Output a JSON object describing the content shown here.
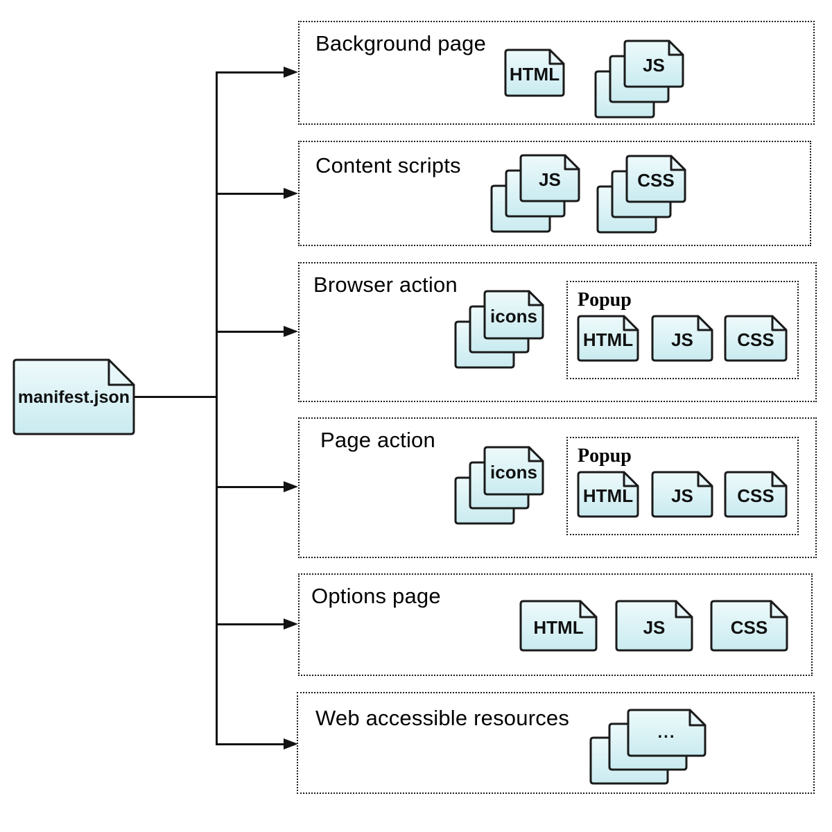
{
  "manifest": {
    "label": "manifest.json"
  },
  "sections": [
    {
      "title": "Background page",
      "files": [
        {
          "label": "HTML",
          "kind": "single-doc"
        },
        {
          "label": "JS",
          "kind": "doc-stack"
        }
      ]
    },
    {
      "title": "Content scripts",
      "files": [
        {
          "label": "JS",
          "kind": "doc-stack"
        },
        {
          "label": "CSS",
          "kind": "doc-stack"
        }
      ]
    },
    {
      "title": "Browser action",
      "files": [
        {
          "label": "icons",
          "kind": "doc-stack"
        }
      ],
      "popup": {
        "title": "Popup",
        "files": [
          {
            "label": "HTML",
            "kind": "single-doc"
          },
          {
            "label": "JS",
            "kind": "single-doc"
          },
          {
            "label": "CSS",
            "kind": "single-doc"
          }
        ]
      }
    },
    {
      "title": "Page action",
      "files": [
        {
          "label": "icons",
          "kind": "doc-stack"
        }
      ],
      "popup": {
        "title": "Popup",
        "files": [
          {
            "label": "HTML",
            "kind": "single-doc"
          },
          {
            "label": "JS",
            "kind": "single-doc"
          },
          {
            "label": "CSS",
            "kind": "single-doc"
          }
        ]
      }
    },
    {
      "title": "Options page",
      "files": [
        {
          "label": "HTML",
          "kind": "single-doc"
        },
        {
          "label": "JS",
          "kind": "single-doc"
        },
        {
          "label": "CSS",
          "kind": "single-doc"
        }
      ]
    },
    {
      "title": "Web accessible resources",
      "files": [
        {
          "label": "...",
          "kind": "doc-stack"
        }
      ]
    }
  ],
  "colors": {
    "file_fill_top": "#eefafb",
    "file_fill_bottom": "#c9ebf0",
    "fold_fill": "#e7f6f9",
    "outline": "#1a1a1a",
    "connector": "#121212"
  }
}
